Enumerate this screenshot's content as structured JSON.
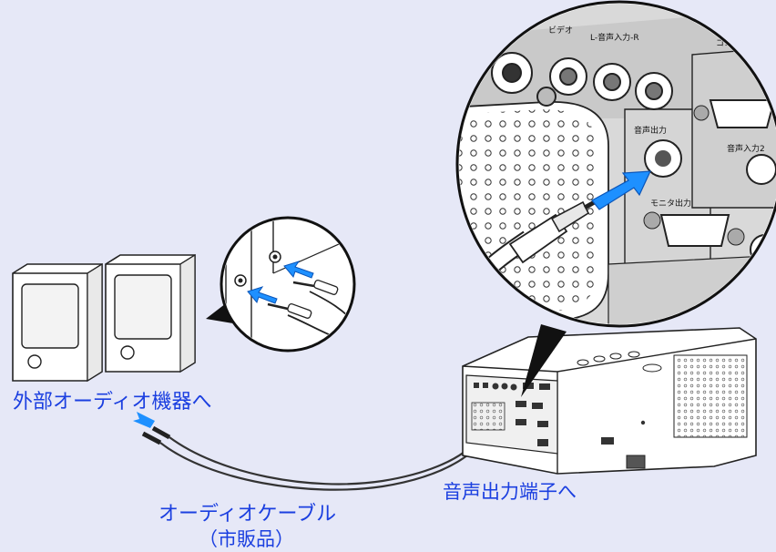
{
  "labels": {
    "external_audio": "外部オーディオ機器へ",
    "audio_out_terminal": "音声出力端子へ",
    "cable_line1": "オーディオケーブル",
    "cable_line2": "（市販品）"
  },
  "panel_labels": {
    "video": "ビデオ",
    "audio_in_lr": "L-音声入力-R",
    "computer": "コンピ",
    "audio_out": "音声出力",
    "audio_in2": "音声入力2",
    "monitor_out": "モニタ出力"
  },
  "colors": {
    "background": "#e6e8f7",
    "label_blue": "#1b3fe0",
    "arrow_blue": "#1e90ff"
  }
}
